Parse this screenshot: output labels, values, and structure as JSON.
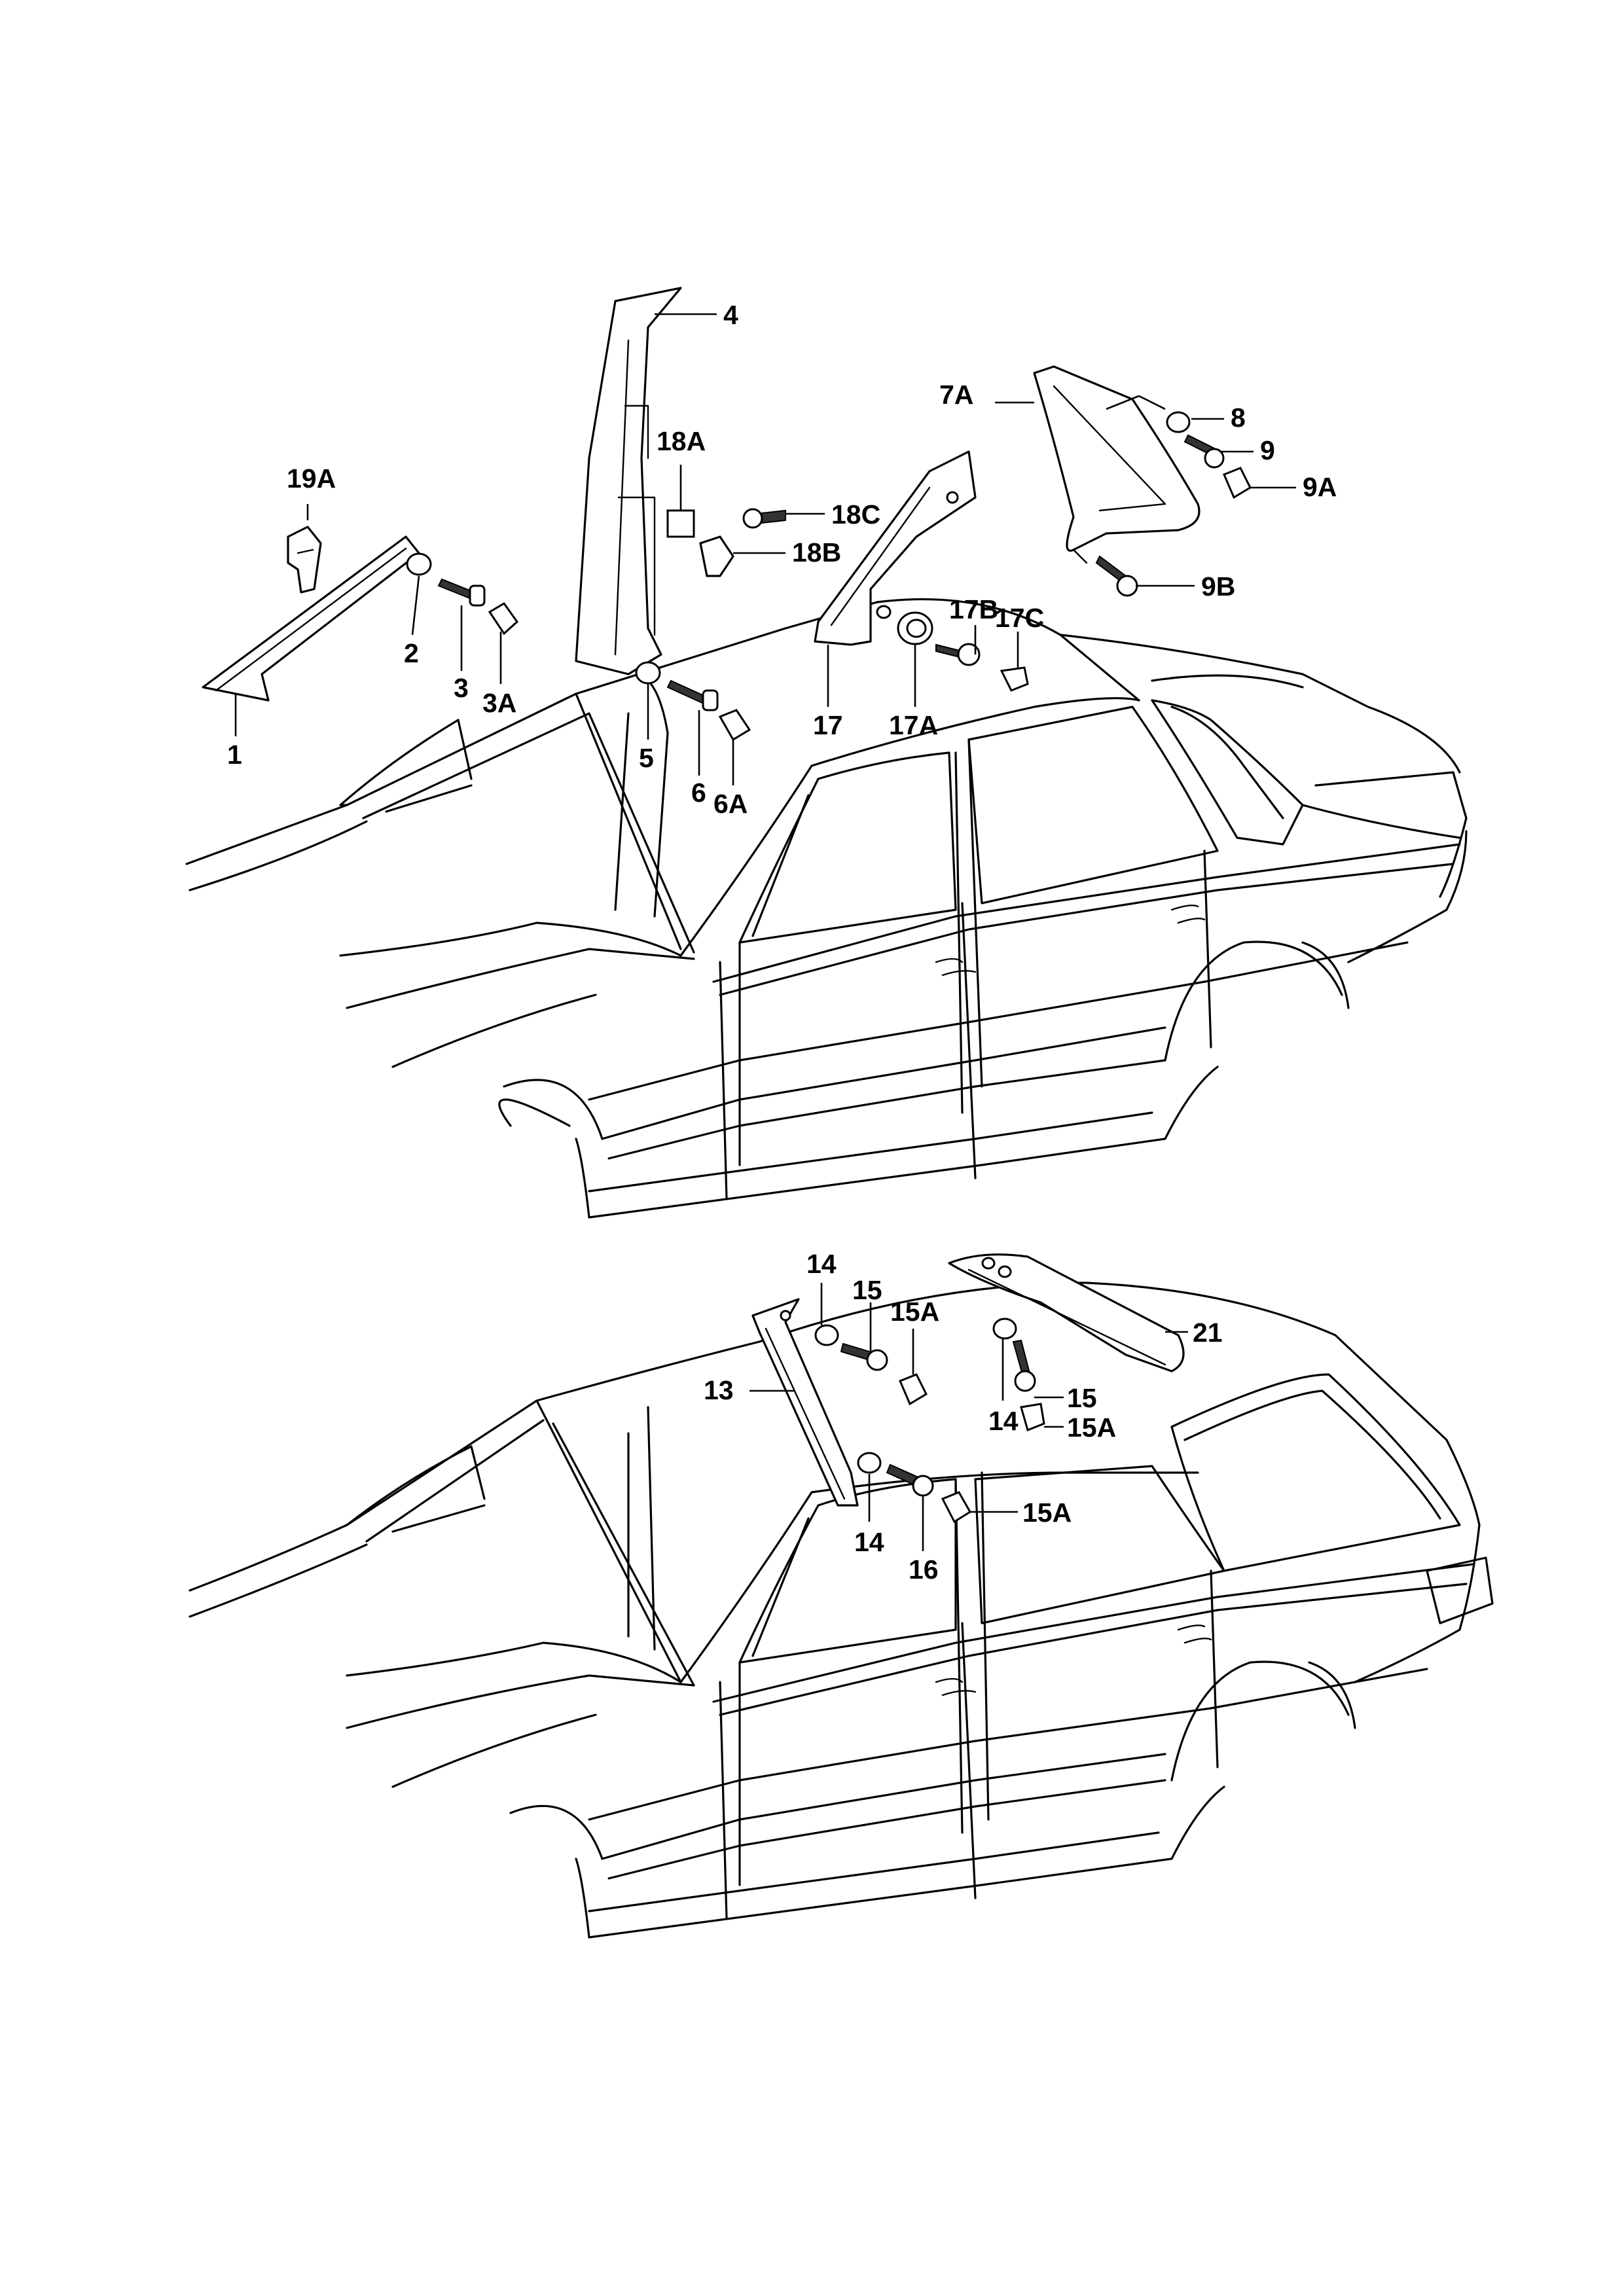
{
  "top_diagram": {
    "labels": [
      "19A",
      "1",
      "2",
      "3",
      "3A",
      "4",
      "18A",
      "18C",
      "18B",
      "5",
      "6",
      "6A",
      "17",
      "17B",
      "17C",
      "17A",
      "7A",
      "8",
      "9",
      "9A",
      "9B"
    ]
  },
  "bottom_diagram": {
    "labels": [
      "14",
      "15",
      "15A",
      "21",
      "13",
      "15",
      "14",
      "15A",
      "14",
      "16",
      "15A"
    ]
  },
  "icons": [
    "car-body-outline",
    "fastener-screw-icon",
    "washer-icon",
    "clip-icon"
  ]
}
